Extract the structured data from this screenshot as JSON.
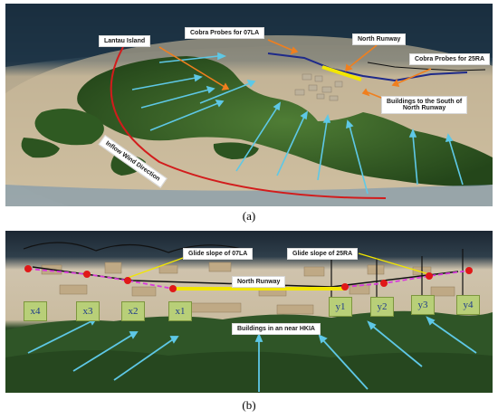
{
  "panel_a": {
    "labels": {
      "lantau": "Lantau Island",
      "cobra_07la": "Cobra Probes for 07LA",
      "north_runway": "North Runway",
      "cobra_25ra": "Cobra Probes for 25RA",
      "buildings_line1": "Buildings to the South of",
      "buildings_line2": "North Runway",
      "inflow": "Inflow Wind Direction"
    },
    "caption": "(a)"
  },
  "panel_b": {
    "labels": {
      "glide_07la": "Glide slope of 07LA",
      "glide_25ra": "Glide slope of 25RA",
      "north_runway": "North Runway",
      "buildings_hkia": "Buildings in an near HKIA"
    },
    "boxes_left": [
      "x4",
      "x3",
      "x2",
      "x1"
    ],
    "boxes_right": [
      "y1",
      "y2",
      "y3",
      "y4"
    ],
    "caption": "(b)"
  },
  "colors": {
    "terrain": "#3d6b2a",
    "sea_dark": "#1f3b4d",
    "turntable": "#c8b89a",
    "arrow": "#5ec8e6",
    "probe_line": "#1e2a8a",
    "runway": "#f2e600",
    "circle": "#d21c1c",
    "orange_arrow": "#f07f1e",
    "probe_dot": "#e01818",
    "glide": "#d83adb"
  }
}
